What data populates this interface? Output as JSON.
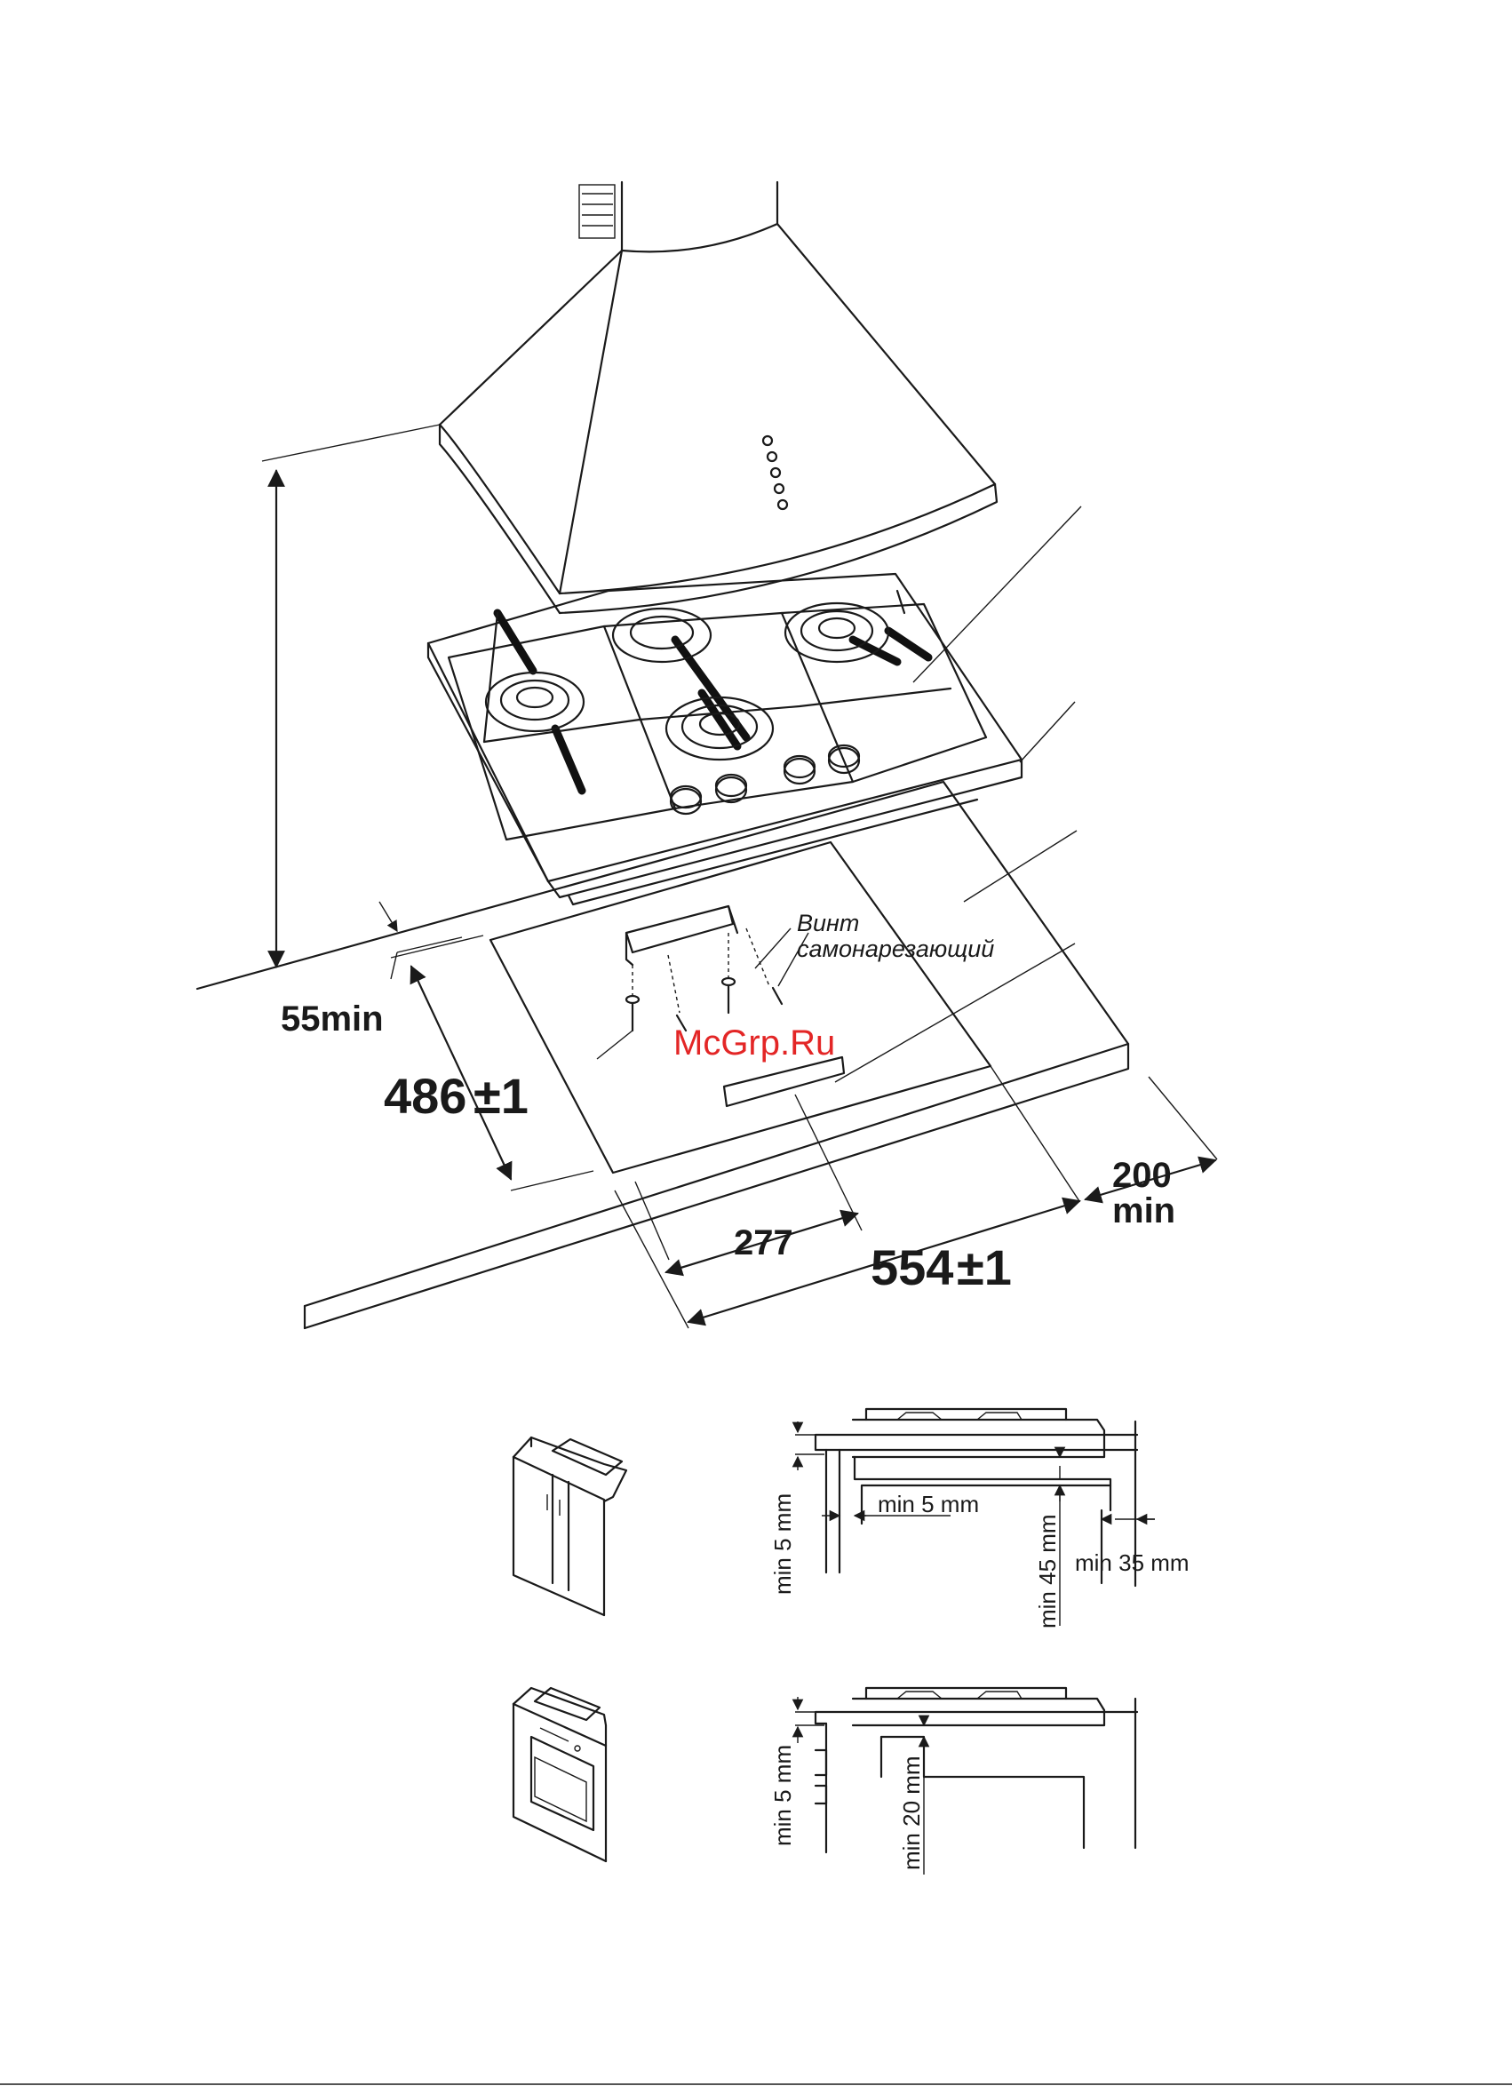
{
  "main_diagram": {
    "labels": {
      "screw_line1": "Винт",
      "screw_line2": "самонарезающий",
      "dim_55min": "55min",
      "dim_486": "486",
      "dim_486_tol": "±1",
      "dim_277": "277",
      "dim_554": "554",
      "dim_554_tol": "±1",
      "dim_200": "200",
      "dim_200_min": "min"
    }
  },
  "watermark": "McGrp.Ru",
  "detail_cabinet": {
    "min_5mm_vertical": "min 5 mm",
    "min_5mm_horizontal": "min 5 mm",
    "min_45mm": "min 45 mm",
    "min_35mm": "min 35 mm"
  },
  "detail_oven": {
    "min_5mm_vertical": "min 5 mm",
    "min_20mm": "min 20 mm"
  },
  "colors": {
    "line": "#1a1a1a",
    "watermark": "#e32626"
  }
}
